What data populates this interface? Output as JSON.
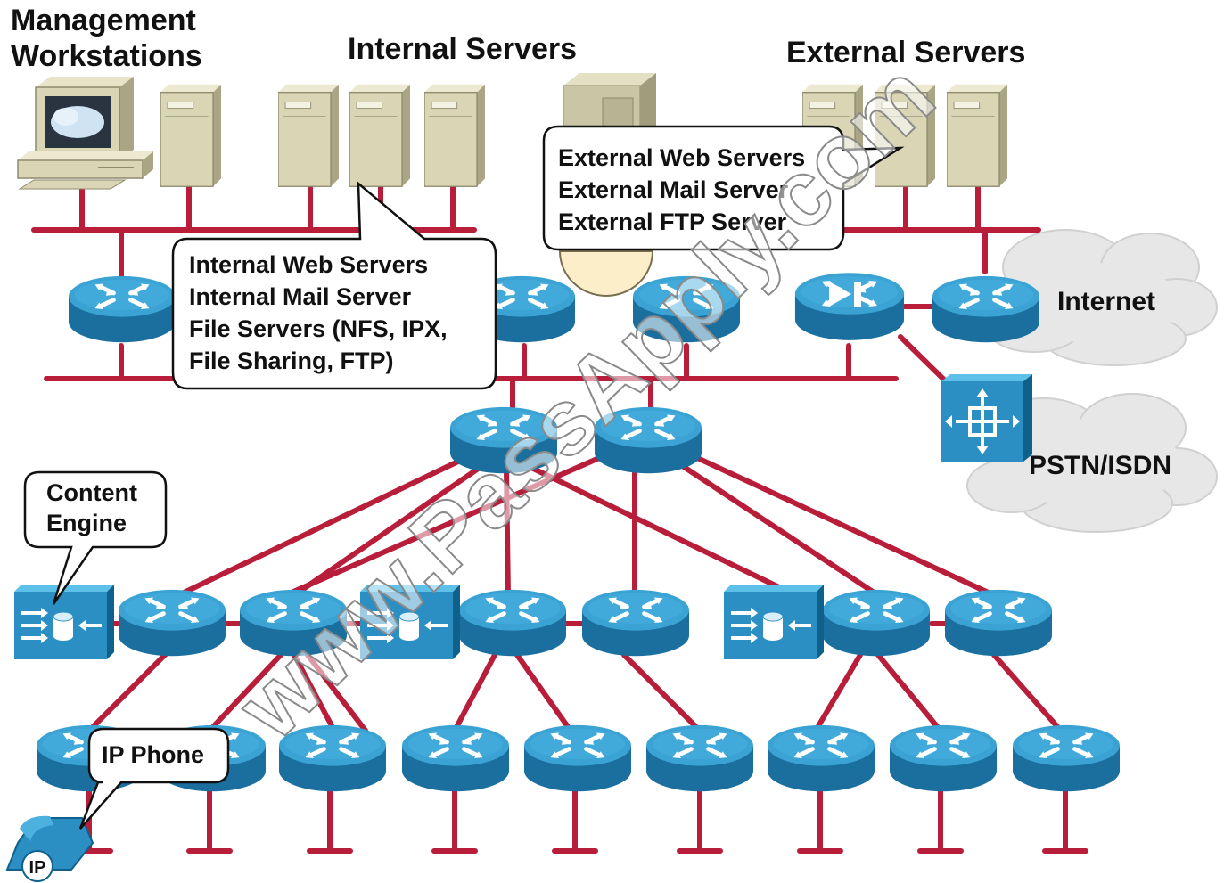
{
  "headings": {
    "management": [
      "Management",
      "Workstations"
    ],
    "internal": "Internal Servers",
    "external": "External Servers"
  },
  "callouts": {
    "external": [
      "External Web Servers",
      "External Mail Server",
      "External FTP Server"
    ],
    "internal": [
      "Internal Web Servers",
      "Internal Mail Server",
      "File Servers (NFS, IPX,",
      "File Sharing, FTP)"
    ],
    "content_engine": [
      "Content",
      "Engine"
    ],
    "ip_phone": "IP Phone"
  },
  "clouds": {
    "internet": "Internet",
    "pstn": "PSTN/ISDN"
  },
  "phone_badge": "IP",
  "watermark": "www.PassApply.com",
  "colors": {
    "link": "#b81e3a",
    "router_top": "#3a9fd0",
    "router_side": "#1a6f9e",
    "server": "#d6d2b2",
    "cloud": "#e6e6e6"
  }
}
